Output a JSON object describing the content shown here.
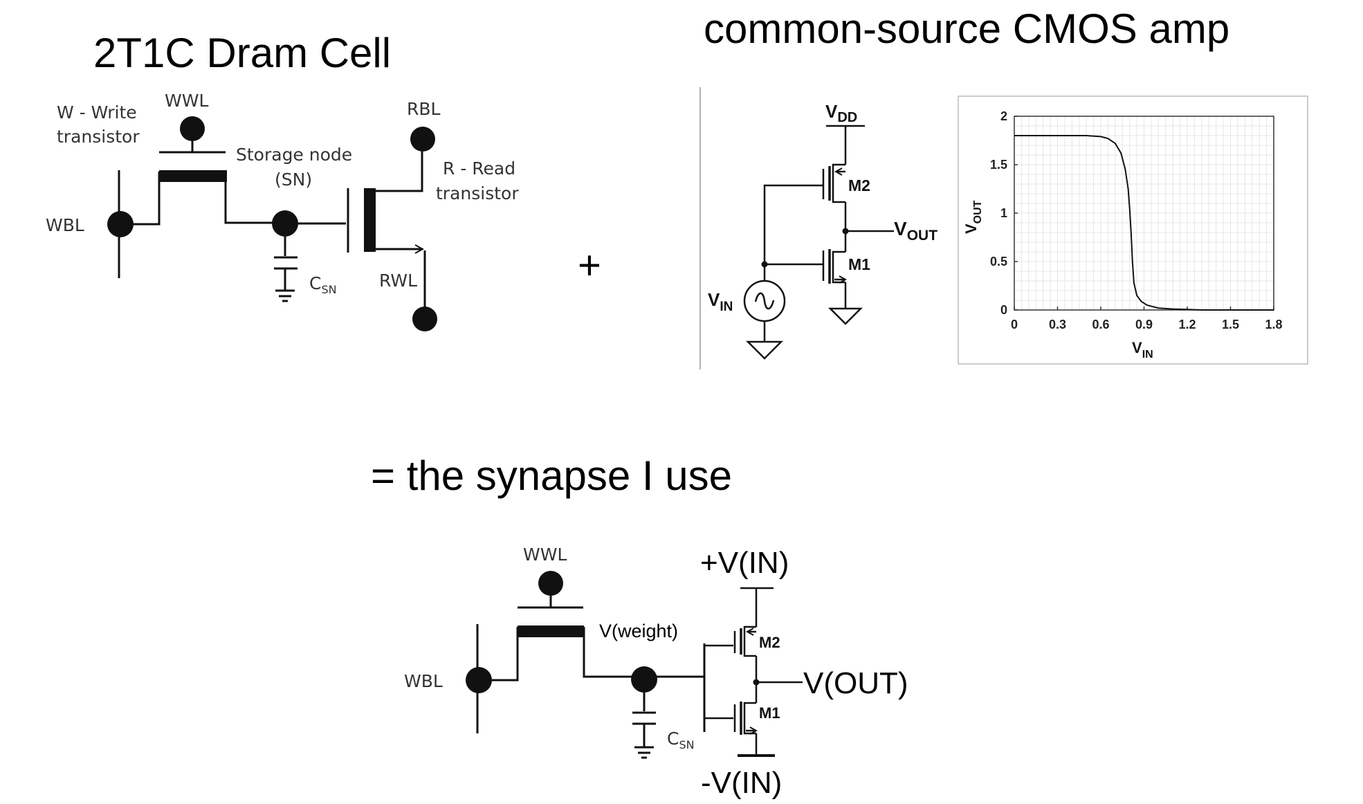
{
  "titles": {
    "dram": "2T1C Dram Cell",
    "cmos": "common-source CMOS amp",
    "synapse": "= the synapse I use",
    "plus": "+"
  },
  "dram_cell": {
    "write_line1": "W - Write",
    "write_line2": "transistor",
    "wwl": "WWL",
    "wbl": "WBL",
    "storage_line1": "Storage node",
    "storage_line2": "(SN)",
    "rbl": "RBL",
    "read_line1": "R - Read",
    "read_line2": "transistor",
    "rwl": "RWL",
    "csn_main": "C",
    "csn_sub": "SN"
  },
  "cmos_amp": {
    "vdd_main": "V",
    "vdd_sub": "DD",
    "m2": "M2",
    "m1": "M1",
    "vout_main": "V",
    "vout_sub": "OUT",
    "vin_main": "V",
    "vin_sub": "IN"
  },
  "chart_data": {
    "type": "line",
    "xlabel_main": "V",
    "xlabel_sub": "IN",
    "ylabel_main": "V",
    "ylabel_sub": "OUT",
    "xlim": [
      0,
      1.8
    ],
    "ylim": [
      0,
      2
    ],
    "x_ticks": [
      "0",
      "0.3",
      "0.6",
      "0.9",
      "1.2",
      "1.5",
      "1.8"
    ],
    "y_ticks": [
      "0",
      "0.5",
      "1",
      "1.5",
      "2"
    ],
    "grid": true,
    "series": [
      {
        "x": [
          0,
          0.3,
          0.5,
          0.6,
          0.65,
          0.7,
          0.74,
          0.77,
          0.79,
          0.8,
          0.81,
          0.82,
          0.83,
          0.85,
          0.88,
          0.92,
          1.0,
          1.1,
          1.2,
          1.3,
          1.5,
          1.8
        ],
        "y": [
          1.8,
          1.8,
          1.8,
          1.79,
          1.77,
          1.72,
          1.62,
          1.45,
          1.25,
          1.05,
          0.8,
          0.5,
          0.28,
          0.15,
          0.09,
          0.05,
          0.02,
          0.01,
          0.005,
          0.0,
          0.0,
          0.0
        ]
      }
    ]
  },
  "synapse": {
    "wwl": "WWL",
    "wbl": "WBL",
    "vweight": "V(weight)",
    "vin_plus": "+V(IN)",
    "vin_minus": "-V(IN)",
    "vout": "V(OUT)",
    "m2": "M2",
    "m1": "M1",
    "csn_main": "C",
    "csn_sub": "SN"
  }
}
